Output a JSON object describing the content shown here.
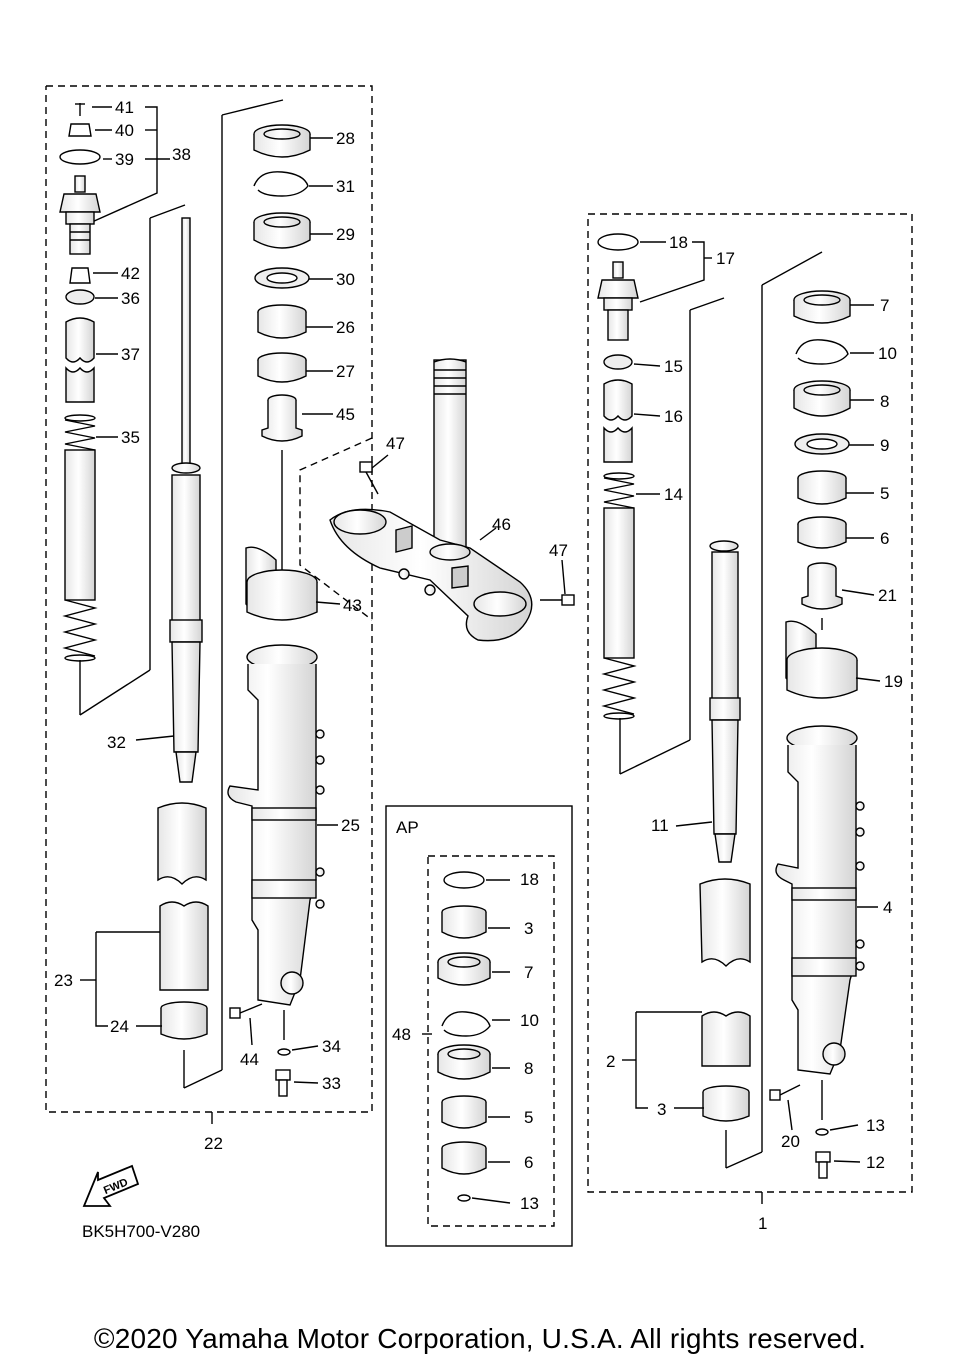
{
  "diagram_code": "BK5H700-V280",
  "copyright": "©2020 Yamaha Motor Corporation, U.S.A. All rights reserved.",
  "fwd_label": "FWD",
  "ap_box_label": "AP",
  "callouts": {
    "c41": "41",
    "c40": "40",
    "c39": "39",
    "c38": "38",
    "c42": "42",
    "c36": "36",
    "c37": "37",
    "c35": "35",
    "c32": "32",
    "c23": "23",
    "c24": "24",
    "c44": "44",
    "c34": "34",
    "c33": "33",
    "c22": "22",
    "c28": "28",
    "c31": "31",
    "c29": "29",
    "c30": "30",
    "c26": "26",
    "c27": "27",
    "c45": "45",
    "c43": "43",
    "c25": "25",
    "c47a": "47",
    "c46": "46",
    "c47b": "47",
    "c18": "18",
    "c17": "17",
    "c15": "15",
    "c16": "16",
    "c14": "14",
    "c11": "11",
    "c2": "2",
    "c3": "3",
    "c20": "20",
    "c1": "1",
    "c7": "7",
    "c10": "10",
    "c8": "8",
    "c9": "9",
    "c5": "5",
    "c6": "6",
    "c21": "21",
    "c19": "19",
    "c4": "4",
    "c13": "13",
    "c12": "12",
    "ap18": "18",
    "ap3": "3",
    "ap7": "7",
    "ap10": "10",
    "ap8": "8",
    "ap5": "5",
    "ap6": "6",
    "ap13": "13",
    "ap48": "48"
  }
}
